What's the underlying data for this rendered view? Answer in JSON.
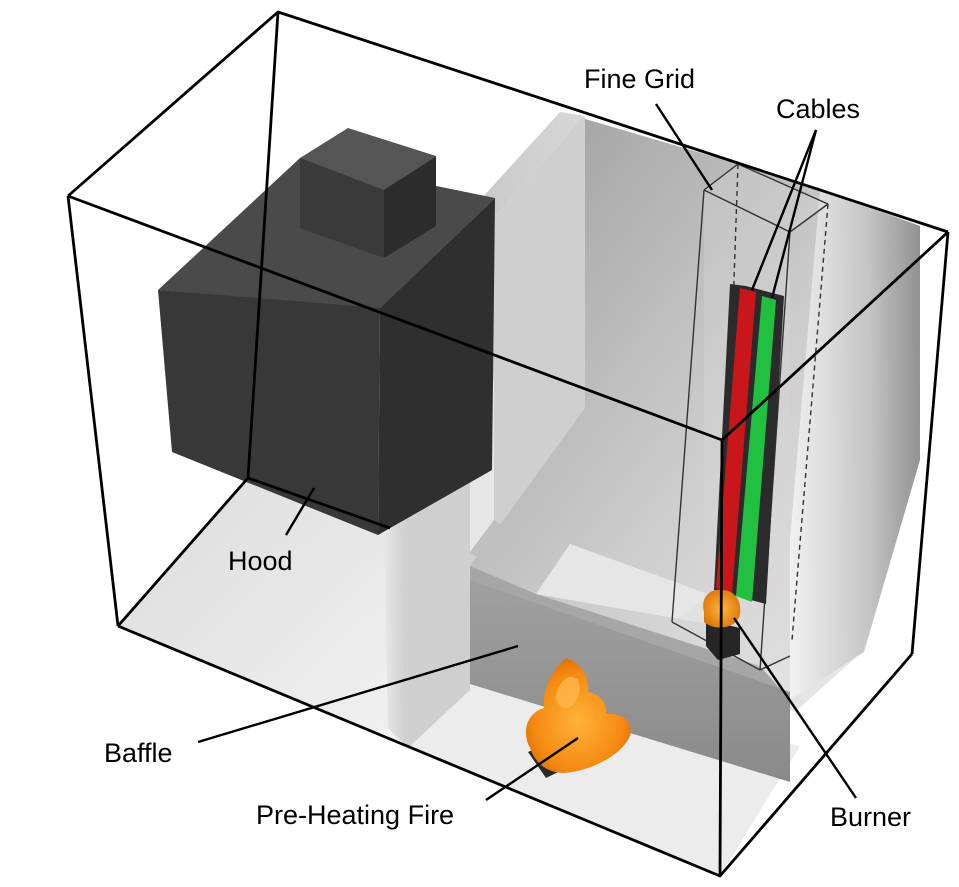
{
  "labels": {
    "fine_grid": "Fine Grid",
    "cables": "Cables",
    "hood": "Hood",
    "baffle": "Baffle",
    "pre_heating_fire": "Pre-Heating Fire",
    "burner": "Burner"
  },
  "colors": {
    "hood": "#3a3a3a",
    "floor": "#e2e2e2",
    "baffle": "#bdbdbd",
    "cable_red": "#c8161b",
    "cable_green": "#22c040",
    "cable_tray": "#2b2b2b",
    "fire": "#ff9a1a",
    "burner": "#2a2a2a",
    "outline": "#000000"
  }
}
